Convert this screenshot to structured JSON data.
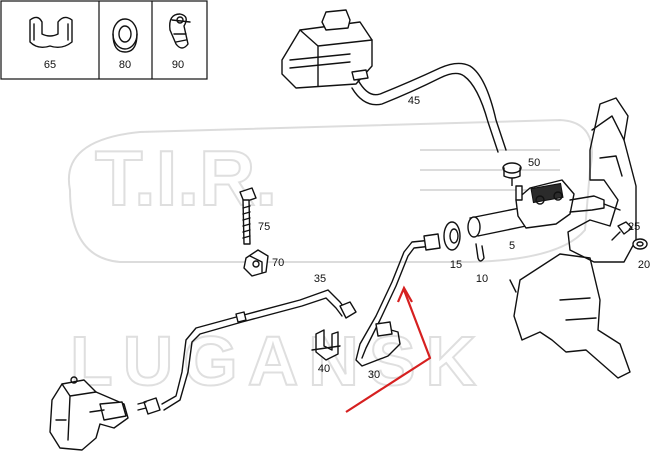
{
  "diagram": {
    "watermark_logo_text": "T.I.R.",
    "watermark_sub_text": "LUGANSK",
    "legend_boxes": [
      {
        "id": "65",
        "label": "65"
      },
      {
        "id": "80",
        "label": "80"
      },
      {
        "id": "90",
        "label": "90"
      }
    ],
    "part_labels": {
      "p45": "45",
      "p50": "50",
      "p75": "75",
      "p70": "70",
      "p35": "35",
      "p40": "40",
      "p30": "30",
      "p15": "15",
      "p10": "10",
      "p5": "5",
      "p25": "25",
      "p20": "20"
    },
    "colors": {
      "line": "#111111",
      "arrow": "#d62020",
      "watermark": "#d9d9d9"
    }
  }
}
